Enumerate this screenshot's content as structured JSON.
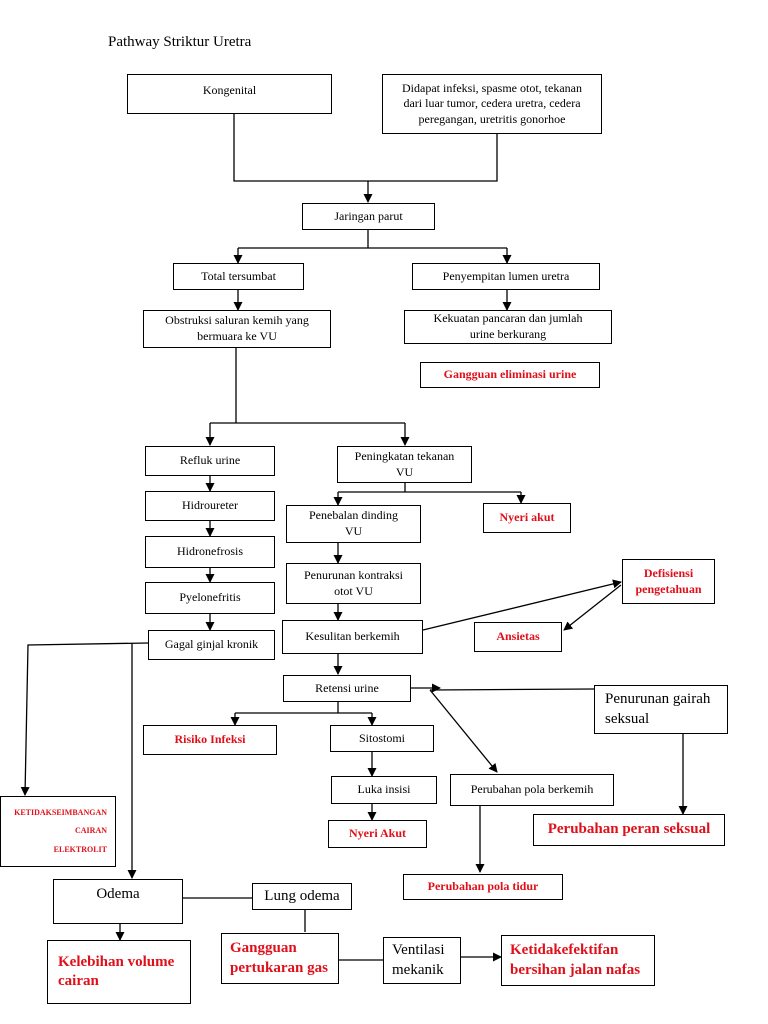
{
  "title": "Pathway Striktur Uretra",
  "colors": {
    "diagnosis": "#e0101a",
    "line": "#000000"
  },
  "nodes": {
    "kongenital": "Kongenital",
    "didapat": "Didapat infeksi, spasme otot, tekanan\ndari luar tumor, cedera uretra, cedera\nperegangan, uretritis gonorhoe",
    "jaringan_parut": "Jaringan parut",
    "total_tersumbat": "Total tersumbat",
    "penyempitan": "Penyempitan lumen uretra",
    "obstruksi": "Obstruksi saluran kemih yang\nbermuara ke VU",
    "kekuatan": "Kekuatan pancaran dan jumlah\nurine berkurang",
    "gangguan_eliminasi": "Gangguan  eliminasi urine",
    "refluk": "Refluk urine",
    "peningkatan": "Peningkatan tekanan\nVU",
    "hidroureter": "Hidroureter",
    "penebalan": "Penebalan dinding\nVU",
    "nyeri_akut_1": "Nyeri akut",
    "hidronefrosis": "Hidronefrosis",
    "penurunan_kontraksi": "Penurunan kontraksi\notot VU",
    "defisiensi": "Defisiensi\npengetahuan",
    "pyelonefritis": "Pyelonefritis",
    "kesulitan": "Kesulitan berkemih",
    "ansietas": "Ansietas",
    "gagal_ginjal": "Gagal ginjal kronik",
    "retensi": "Retensi urine",
    "penurunan_gairah": "Penurunan gairah\nseksual",
    "risiko_infeksi": "Risiko Infeksi",
    "sitostomi": "Sitostomi",
    "perubahan_pola_berkemih": "Perubahan pola berkemih",
    "luka_insisi": "Luka insisi",
    "perubahan_peran": "Perubahan peran seksual",
    "nyeri_akut_2": "Nyeri Akut",
    "ketidakseimbangan": "KETIDAKSEIMBANGAN\nCAIRAN\nELEKTROLIT",
    "perubahan_pola_tidur": "Perubahan  pola tidur",
    "odema": "Odema",
    "lung_odema": "Lung odema",
    "kelebihan": "Kelebihan volume\ncairan",
    "gangguan_pertukaran": "Gangguan\npertukaran gas",
    "ventilasi": "Ventilasi\nmekanik",
    "ketidakefektifan": "Ketidakefektifan\nbersihan jalan nafas"
  }
}
